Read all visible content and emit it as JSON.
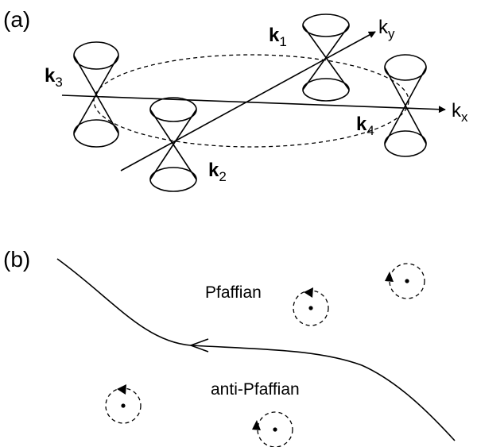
{
  "panel_a": {
    "label": "(a)",
    "axis_x": {
      "main": "k",
      "sub": "x"
    },
    "axis_y": {
      "main": "k",
      "sub": "y"
    },
    "cones": [
      {
        "main": "k",
        "sub": "1"
      },
      {
        "main": "k",
        "sub": "2"
      },
      {
        "main": "k",
        "sub": "3"
      },
      {
        "main": "k",
        "sub": "4"
      }
    ]
  },
  "panel_b": {
    "label": "(b)",
    "region_top": "Pfaffian",
    "region_bottom": "anti-Pfaffian"
  }
}
